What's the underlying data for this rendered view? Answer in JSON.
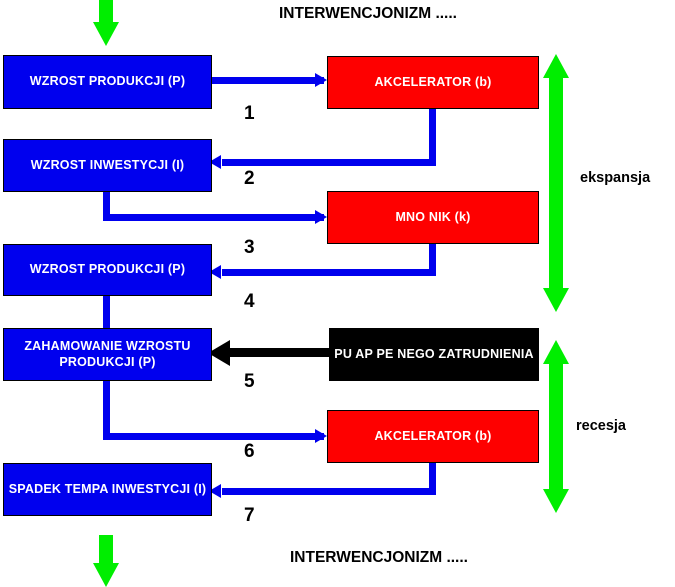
{
  "diagram": {
    "title_top": "INTERWENCJONIZM .....",
    "title_bottom": "INTERWENCJONIZM .....",
    "phase_expansion": "ekspansja",
    "phase_recession": "recesja",
    "colors": {
      "blue": "#0000EE",
      "red": "#FE0000",
      "black": "#000000",
      "green": "#00EE00",
      "white": "#FFFFFF"
    },
    "boxes": [
      {
        "id": "b1",
        "label": "WZROST PRODUKCJI (P)",
        "color": "blue"
      },
      {
        "id": "b2",
        "label": "AKCELERATOR (b)",
        "color": "red"
      },
      {
        "id": "b3",
        "label": "WZROST INWESTYCJI (I)",
        "color": "blue"
      },
      {
        "id": "b4",
        "label": "MNO NIK (k)",
        "color": "red"
      },
      {
        "id": "b5",
        "label": "WZROST PRODUKCJI (P)",
        "color": "blue"
      },
      {
        "id": "b6",
        "label": "ZAHAMOWANIE WZROSTU PRODUKCJI (P)",
        "color": "blue"
      },
      {
        "id": "b7",
        "label": "PU AP PE NEGO ZATRUDNIENIA",
        "color": "black"
      },
      {
        "id": "b8",
        "label": "AKCELERATOR (b)",
        "color": "red"
      },
      {
        "id": "b9",
        "label": "SPADEK TEMPA INWESTYCJI (I)",
        "color": "blue"
      }
    ],
    "step_numbers": [
      "1",
      "2",
      "3",
      "4",
      "5",
      "6",
      "7"
    ],
    "entry_arrow": "green-down-arrow",
    "exit_arrow": "green-down-arrow",
    "expansion_arrow": "green-double-arrow",
    "recession_arrow": "green-double-arrow"
  }
}
